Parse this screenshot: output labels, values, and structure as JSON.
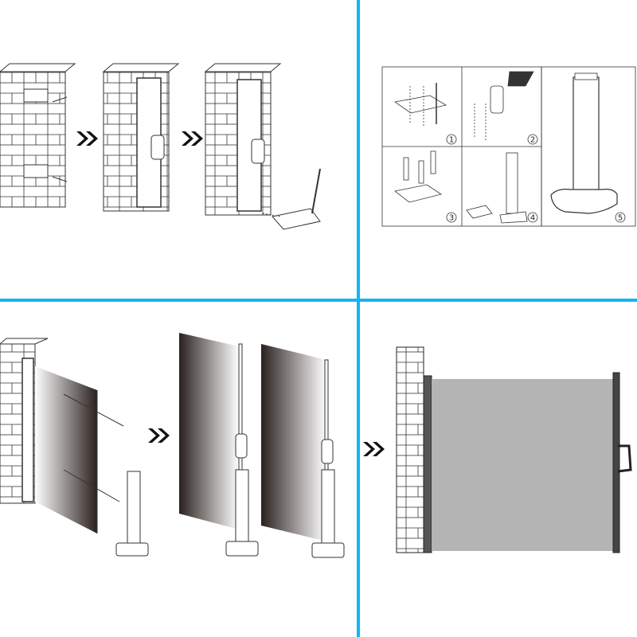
{
  "colors": {
    "divider": "#12b5f2",
    "ink": "#222222",
    "screen": "#b4b4b4"
  },
  "steps": {
    "labels": [
      "1",
      "2",
      "3",
      "4",
      "5"
    ]
  },
  "icons": [
    "double-chevron-right-icon"
  ]
}
